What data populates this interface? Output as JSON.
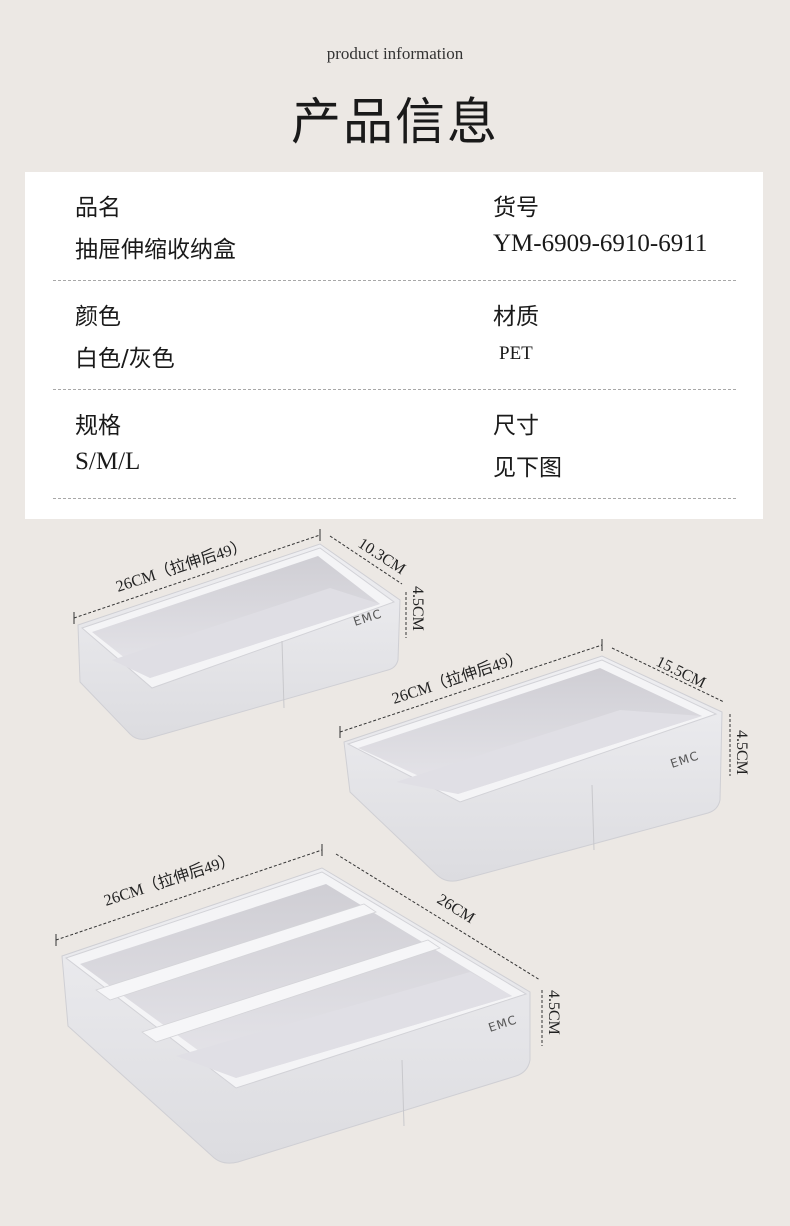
{
  "header": {
    "subtitle": "product information",
    "title": "产品信息"
  },
  "info": {
    "rows": [
      {
        "left": {
          "label": "品名",
          "value": "抽屉伸缩收纳盒"
        },
        "right": {
          "label": "货号",
          "value": "YM-6909-6910-6911"
        }
      },
      {
        "left": {
          "label": "颜色",
          "value": "白色/灰色"
        },
        "right": {
          "label": "材质",
          "value": "PET"
        }
      },
      {
        "left": {
          "label": "规格",
          "value": "S/M/L"
        },
        "right": {
          "label": "尺寸",
          "value": "见下图"
        }
      }
    ]
  },
  "products": {
    "small": {
      "length": "26CM（拉伸后49）",
      "width": "10.3CM",
      "height": "4.5CM",
      "brand": "EMC"
    },
    "medium": {
      "length": "26CM（拉伸后49）",
      "width": "15.5CM",
      "height": "4.5CM",
      "brand": "EMC"
    },
    "large": {
      "length": "26CM（拉伸后49）",
      "width": "26CM",
      "height": "4.5CM",
      "brand": "EMC"
    }
  }
}
